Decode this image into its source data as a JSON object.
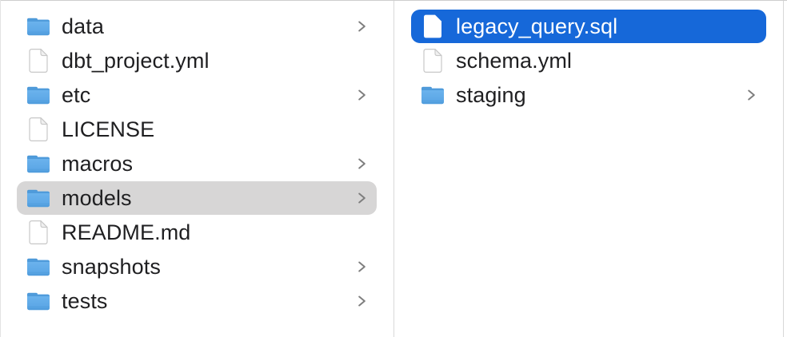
{
  "app": "finder-column-view",
  "theme": {
    "background": "#ffffff",
    "selection_blue": "#1668d9",
    "selection_gray": "#d7d6d6",
    "divider": "#d8d8d8",
    "top_border": "#cdcdcd",
    "left_border": "#e3e3e3",
    "text": "#1f1f21",
    "selected_text": "#ffffff",
    "chevron": "#7e7e7e",
    "folder_light": "#6db4ee",
    "folder_mid": "#58a4e4",
    "folder_dark": "#4a97d7",
    "file_fill": "#ffffff",
    "file_border": "#c7c7c7",
    "file_fold": "#f0f0f0"
  },
  "icons": {
    "folder": "blue-folder-icon",
    "file": "document-icon",
    "chevron": "chevron-right-icon"
  },
  "columns": [
    {
      "items": [
        {
          "name": "data",
          "type": "folder",
          "chevron": true,
          "selected": "none"
        },
        {
          "name": "dbt_project.yml",
          "type": "file",
          "chevron": false,
          "selected": "none"
        },
        {
          "name": "etc",
          "type": "folder",
          "chevron": true,
          "selected": "none"
        },
        {
          "name": "LICENSE",
          "type": "file",
          "chevron": false,
          "selected": "none"
        },
        {
          "name": "macros",
          "type": "folder",
          "chevron": true,
          "selected": "none"
        },
        {
          "name": "models",
          "type": "folder",
          "chevron": true,
          "selected": "gray"
        },
        {
          "name": "README.md",
          "type": "file",
          "chevron": false,
          "selected": "none"
        },
        {
          "name": "snapshots",
          "type": "folder",
          "chevron": true,
          "selected": "none"
        },
        {
          "name": "tests",
          "type": "folder",
          "chevron": true,
          "selected": "none"
        }
      ]
    },
    {
      "items": [
        {
          "name": "legacy_query.sql",
          "type": "file",
          "chevron": false,
          "selected": "blue"
        },
        {
          "name": "schema.yml",
          "type": "file",
          "chevron": false,
          "selected": "none"
        },
        {
          "name": "staging",
          "type": "folder",
          "chevron": true,
          "selected": "none"
        }
      ]
    }
  ]
}
